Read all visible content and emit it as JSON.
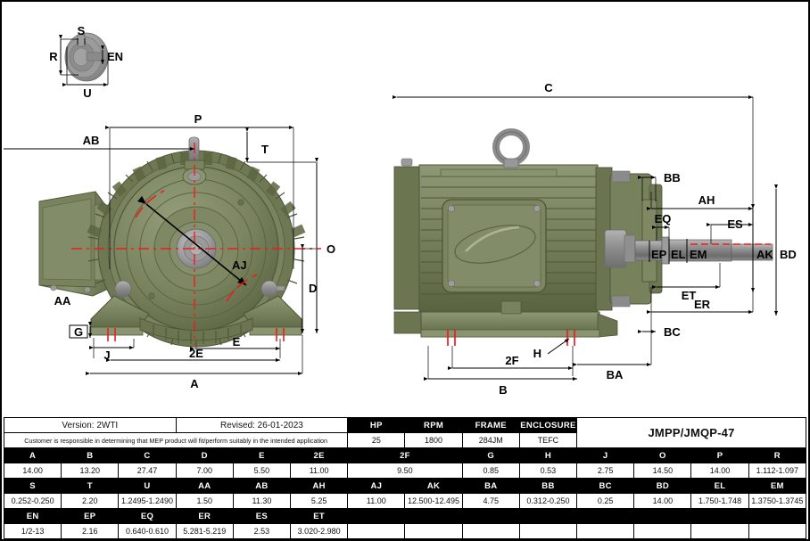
{
  "drawing": {
    "shaft_end_view": {
      "labels": [
        "S",
        "R",
        "EN",
        "U"
      ]
    },
    "front_view": {
      "labels": [
        "P",
        "AB",
        "T",
        "O",
        "D",
        "AJ",
        "AA",
        "G",
        "J",
        "E",
        "2E",
        "A"
      ]
    },
    "side_view": {
      "labels": [
        "C",
        "BB",
        "AH",
        "EQ",
        "ES",
        "EP",
        "EL",
        "EM",
        "AK",
        "BD",
        "ET",
        "ER",
        "BC",
        "H",
        "2F",
        "BA",
        "B"
      ]
    },
    "colors": {
      "motor_body": "#76805c",
      "motor_body_dark": "#5d6747",
      "motor_body_light": "#8d9672",
      "shaft_metal": "#8a8a8a",
      "centerline": "#ee1c1c",
      "dimension_line": "#000000"
    }
  },
  "table": {
    "version_label": "Version: 2WTI",
    "revised_label": "Revised: 26-01-2023",
    "disclaimer": "Customer is responsible in determining that MEP product will fit/perform suitably in the intended application",
    "model": "JMPP/JMQP-47",
    "rating": {
      "headers": [
        "HP",
        "RPM",
        "FRAME",
        "ENCLOSURE"
      ],
      "values": [
        "25",
        "1800",
        "284JM",
        "TEFC"
      ]
    },
    "row1": {
      "headers": [
        "A",
        "B",
        "C",
        "D",
        "E",
        "2E",
        "2F",
        "G",
        "H",
        "J",
        "O",
        "P",
        "R"
      ],
      "values": [
        "14.00",
        "13.20",
        "27.47",
        "7.00",
        "5.50",
        "11.00",
        "9.50",
        "0.85",
        "0.53",
        "2.75",
        "14.50",
        "14.00",
        "1.112-1.097"
      ]
    },
    "row2": {
      "headers": [
        "S",
        "T",
        "U",
        "AA",
        "AB",
        "AH",
        "AJ",
        "AK",
        "BA",
        "BB",
        "BC",
        "BD",
        "EL",
        "EM"
      ],
      "values": [
        "0.252-0.250",
        "2.20",
        "1.2495-1.2490",
        "1.50",
        "11.30",
        "5.25",
        "11.00",
        "12.500-12.495",
        "4.75",
        "0.312-0.250",
        "0.25",
        "14.00",
        "1.750-1.748",
        "1.3750-1.3745"
      ]
    },
    "row3": {
      "headers": [
        "EN",
        "EP",
        "EQ",
        "ER",
        "ES",
        "ET"
      ],
      "values": [
        "1/2-13",
        "2.16",
        "0.640-0.610",
        "5.281-5.219",
        "2.53",
        "3.020-2.980"
      ]
    }
  }
}
